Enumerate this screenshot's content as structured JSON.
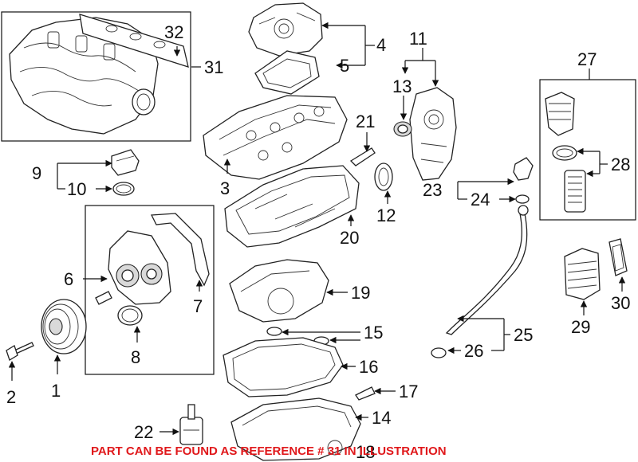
{
  "callouts": {
    "c1": "1",
    "c2": "2",
    "c3": "3",
    "c4": "4",
    "c5": "5",
    "c6": "6",
    "c7": "7",
    "c8": "8",
    "c9": "9",
    "c10": "10",
    "c11": "11",
    "c12": "12",
    "c13": "13",
    "c14": "14",
    "c15": "15",
    "c16": "16",
    "c17": "17",
    "c18": "18",
    "c19": "19",
    "c20": "20",
    "c21": "21",
    "c22": "22",
    "c23": "23",
    "c24": "24",
    "c25": "25",
    "c26": "26",
    "c27": "27",
    "c28": "28",
    "c29": "29",
    "c30": "30",
    "c31": "31",
    "c32": "32"
  },
  "footer_note": "PART CAN BE FOUND AS REFERENCE # 31 IN ILLUSTRATION",
  "colors": {
    "note": "#e0181b",
    "line": "#111111",
    "fill": "#ffffff"
  }
}
